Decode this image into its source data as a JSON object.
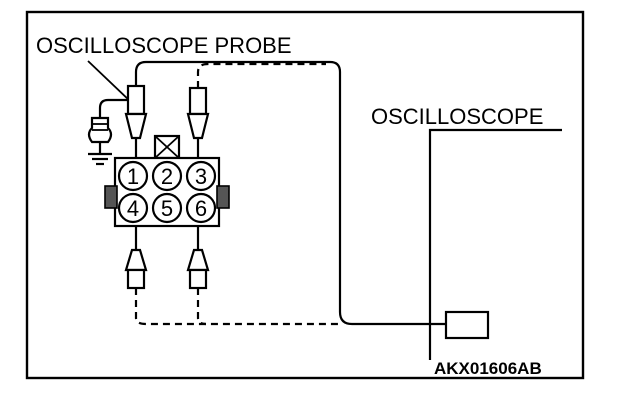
{
  "labels": {
    "probe": "OSCILLOSCOPE PROBE",
    "oscilloscope": "OSCILLOSCOPE",
    "figure_code": "AKX01606AB"
  },
  "connector_pins": [
    "1",
    "2",
    "3",
    "4",
    "5",
    "6"
  ]
}
